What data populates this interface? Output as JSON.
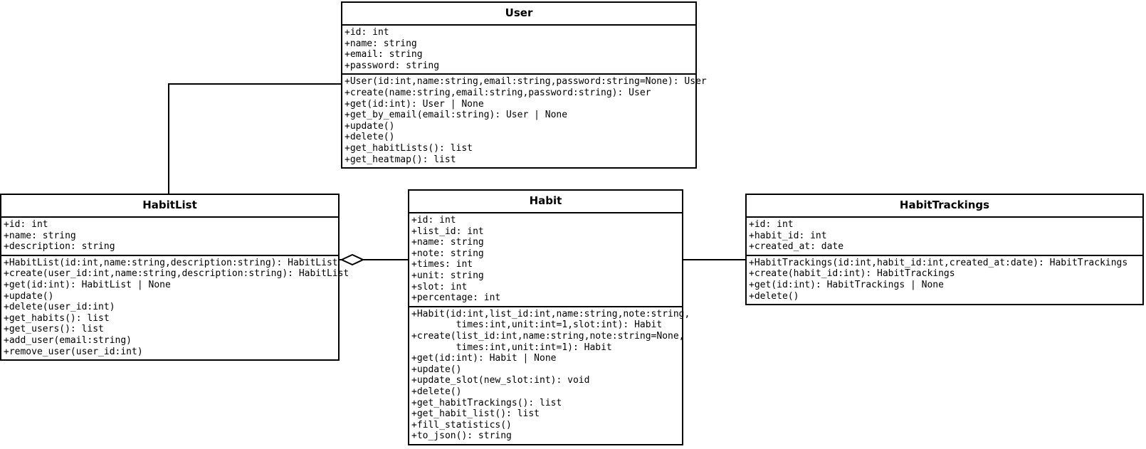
{
  "diagram": {
    "kind": "uml-class-diagram",
    "background": "#ffffff",
    "line_color": "#000000"
  },
  "classes": {
    "user": {
      "name": "User",
      "attributes": [
        "+id: int",
        "+name: string",
        "+email: string",
        "+password: string"
      ],
      "operations": [
        "+User(id:int,name:string,email:string,password:string=None): User",
        "+create(name:string,email:string,password:string): User",
        "+get(id:int): User | None",
        "+get_by_email(email:string): User | None",
        "+update()",
        "+delete()",
        "+get_habitLists(): list",
        "+get_heatmap(): list"
      ]
    },
    "habitlist": {
      "name": "HabitList",
      "attributes": [
        "+id: int",
        "+name: string",
        "+description: string"
      ],
      "operations": [
        "+HabitList(id:int,name:string,description:string): HabitList",
        "+create(user_id:int,name:string,description:string): HabitList",
        "+get(id:int): HabitList | None",
        "+update()",
        "+delete(user_id:int)",
        "+get_habits(): list",
        "+get_users(): list",
        "+add_user(email:string)",
        "+remove_user(user_id:int)"
      ]
    },
    "habit": {
      "name": "Habit",
      "attributes": [
        "+id: int",
        "+list_id: int",
        "+name: string",
        "+note: string",
        "+times: int",
        "+unit: string",
        "+slot: int",
        "+percentage: int"
      ],
      "operations": [
        "+Habit(id:int,list_id:int,name:string,note:string,",
        "        times:int,unit:int=1,slot:int): Habit",
        "+create(list_id:int,name:string,note:string=None,",
        "        times:int,unit:int=1): Habit",
        "+get(id:int): Habit | None",
        "+update()",
        "+update_slot(new_slot:int): void",
        "+delete()",
        "+get_habitTrackings(): list",
        "+get_habit_list(): list",
        "+fill_statistics()",
        "+to_json(): string"
      ]
    },
    "habittrackings": {
      "name": "HabitTrackings",
      "attributes": [
        "+id: int",
        "+habit_id: int",
        "+created_at: date"
      ],
      "operations": [
        "+HabitTrackings(id:int,habit_id:int,created_at:date): HabitTrackings",
        "+create(habit_id:int): HabitTrackings",
        "+get(id:int): HabitTrackings | None",
        "+delete()"
      ]
    }
  },
  "relationships": [
    {
      "id": "user-habitlist",
      "from": "User",
      "to": "HabitList",
      "type": "association"
    },
    {
      "id": "habitlist-habit",
      "from": "HabitList",
      "to": "Habit",
      "type": "aggregation",
      "marker": "open-diamond"
    },
    {
      "id": "habit-habittrackings",
      "from": "Habit",
      "to": "HabitTrackings",
      "type": "association"
    }
  ]
}
